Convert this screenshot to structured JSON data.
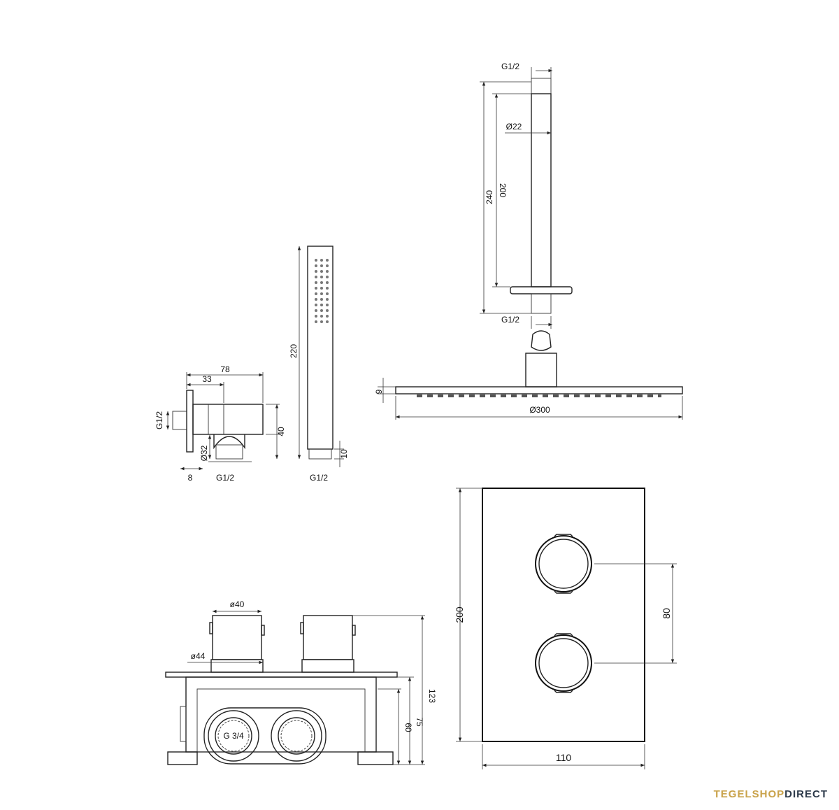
{
  "labels": {
    "wall_thread": "G1/2",
    "wall_outlet_thread": "G1/2",
    "wall_width_total": "78",
    "wall_width_part": "33",
    "wall_height": "40",
    "wall_diameter": "Ø32",
    "wall_plate_depth": "8",
    "hand_length": "220",
    "hand_end": "10",
    "hand_thread": "G1/2",
    "arm_thread_top": "G1/2",
    "arm_diameter": "Ø22",
    "arm_length_inner": "200",
    "arm_length_outer": "240",
    "arm_thread_bottom": "G1/2",
    "head_thickness": "9",
    "head_diameter": "Ø300",
    "knob_diameter": "ø40",
    "rosette_diameter": "ø44",
    "box_inlet": "G 3/4",
    "box_depth_total": "123",
    "box_depth_mid": "75",
    "box_depth_inner": "60",
    "plate_height": "200",
    "knob_spacing": "80",
    "plate_width": "110"
  },
  "brand": {
    "part1": "TEGELSHOP",
    "part2": "DIRECT"
  },
  "colors": {
    "line": "#222222",
    "brand_gold": "#c9a24a",
    "brand_dark": "#2d3a4a"
  }
}
